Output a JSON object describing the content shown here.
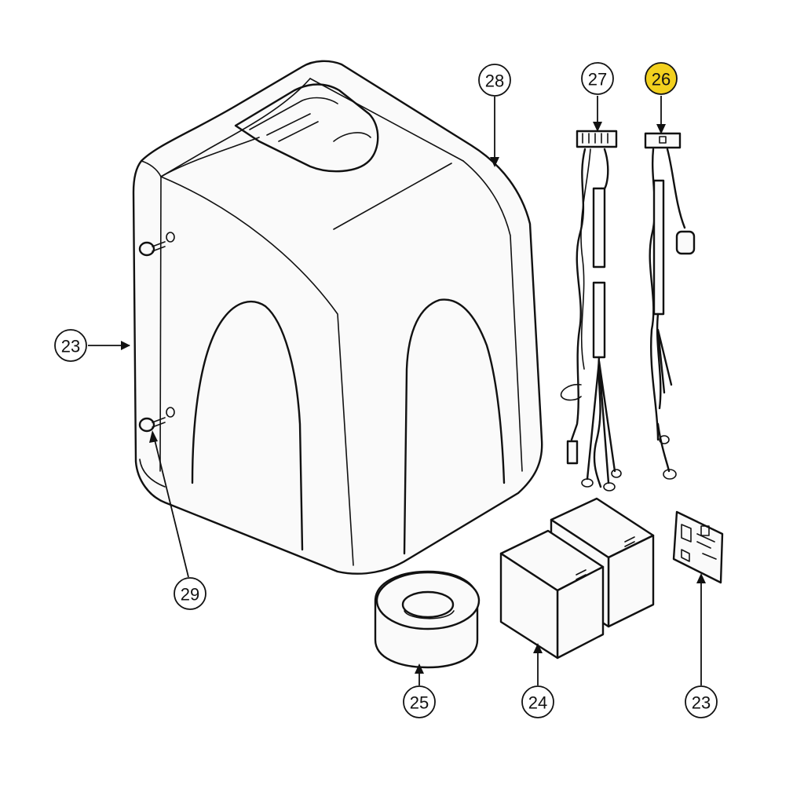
{
  "diagram": {
    "background_color": "#ffffff",
    "line_color": "#111111",
    "highlight_color": "#f2d01e",
    "callouts": [
      {
        "id": "c23-left",
        "label": "23",
        "highlighted": false
      },
      {
        "id": "c28",
        "label": "28",
        "highlighted": false
      },
      {
        "id": "c27",
        "label": "27",
        "highlighted": false
      },
      {
        "id": "c26",
        "label": "26",
        "highlighted": true
      },
      {
        "id": "c29",
        "label": "29",
        "highlighted": false
      },
      {
        "id": "c25",
        "label": "25",
        "highlighted": false
      },
      {
        "id": "c24",
        "label": "24",
        "highlighted": false
      },
      {
        "id": "c23-right",
        "label": "23",
        "highlighted": false
      }
    ],
    "parts": [
      {
        "id": "cover-housing",
        "icon": "motor-cover-icon"
      },
      {
        "id": "cover-screws",
        "icon": "screw-icon"
      },
      {
        "id": "wiring-harness-27",
        "icon": "wire-harness-icon"
      },
      {
        "id": "wiring-harness-26",
        "icon": "wire-harness-icon"
      },
      {
        "id": "toroidal-transformer",
        "icon": "ring-icon"
      },
      {
        "id": "batteries",
        "icon": "battery-icon"
      },
      {
        "id": "circuit-board",
        "icon": "circuit-board-icon"
      }
    ]
  }
}
